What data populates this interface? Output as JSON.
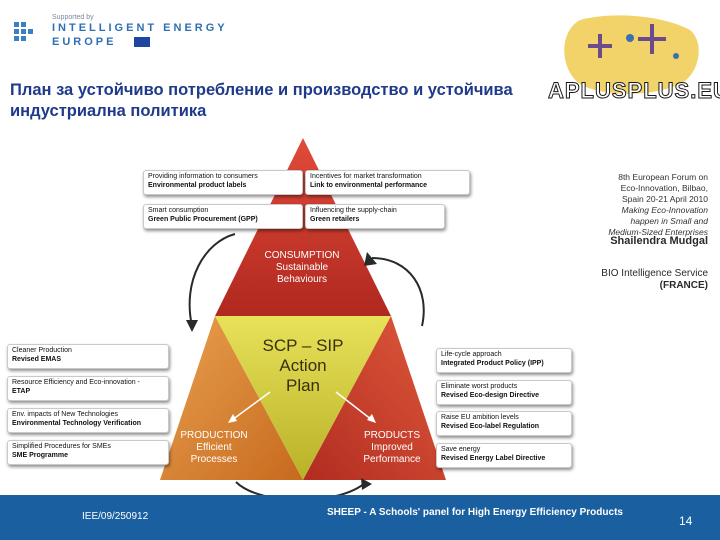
{
  "header": {
    "supported_by": "Supported by",
    "program_line1": "INTELLIGENT ENERGY",
    "program_line2": "EUROPE",
    "title": "План за устойчиво потребление и производство и устойчива индустриална политика",
    "logo_text": "APLUSPLUS.EU"
  },
  "info": {
    "forum_lines": [
      "8th European Forum on",
      "Eco-Innovation, Bilbao,",
      "Spain 20-21 April 2010",
      "Making Eco-Innovation",
      "happen in Small and",
      "Medium-Sized Enterprises"
    ],
    "author": "Shailendra Mudgal",
    "organization": "BIO Intelligence Service",
    "country": "(FRANCE)"
  },
  "diagram": {
    "top_left_boxes": [
      {
        "a": "Providing information to consumers",
        "b": "Environmental product labels"
      },
      {
        "a": "Smart consumption",
        "b": "Green Public Procurement (GPP)"
      }
    ],
    "top_right_boxes": [
      {
        "a": "Incentives for market transformation",
        "b": "Link to environmental performance"
      },
      {
        "a": "Influencing the supply-chain",
        "b": "Green retailers"
      }
    ],
    "left_boxes": [
      {
        "a": "Cleaner Production",
        "b": "Revised EMAS"
      },
      {
        "a": "Resource Efficiency and Eco-innovation -",
        "b": "ETAP"
      },
      {
        "a": "Env. impacts of New Technologies",
        "b": "Environmental Technology Verification"
      },
      {
        "a": "Simplified Procedures for SMEs",
        "b": "SME Programme"
      }
    ],
    "right_boxes": [
      {
        "a": "Life-cycle approach",
        "b": "Integrated Product Policy (IPP)"
      },
      {
        "a": "Eliminate worst products",
        "b": "Revised Eco-design Directive"
      },
      {
        "a": "Raise EU ambition levels",
        "b": "Revised Eco-label Regulation"
      },
      {
        "a": "Save energy",
        "b": "Revised Energy Label Directive"
      }
    ],
    "consumption": [
      "CONSUMPTION",
      "Sustainable",
      "Behaviours"
    ],
    "production": [
      "PRODUCTION",
      "Efficient",
      "Processes"
    ],
    "products": [
      "PRODUCTS",
      "Improved",
      "Performance"
    ],
    "center": [
      "SCP – SIP",
      "Action",
      "Plan"
    ]
  },
  "footer": {
    "project_id": "IEE/09/250912",
    "title": "SHEEP - A Schools' panel for High Energy Efficiency Products",
    "page": "14"
  },
  "colors": {
    "title_blue": "#1f3a8a",
    "footer_blue": "#1a5fa0",
    "consumption_red": "#c8342a",
    "production_orange": "#d9822b",
    "center_yellow": "#d8d23a",
    "products_red": "#c63a2c"
  }
}
